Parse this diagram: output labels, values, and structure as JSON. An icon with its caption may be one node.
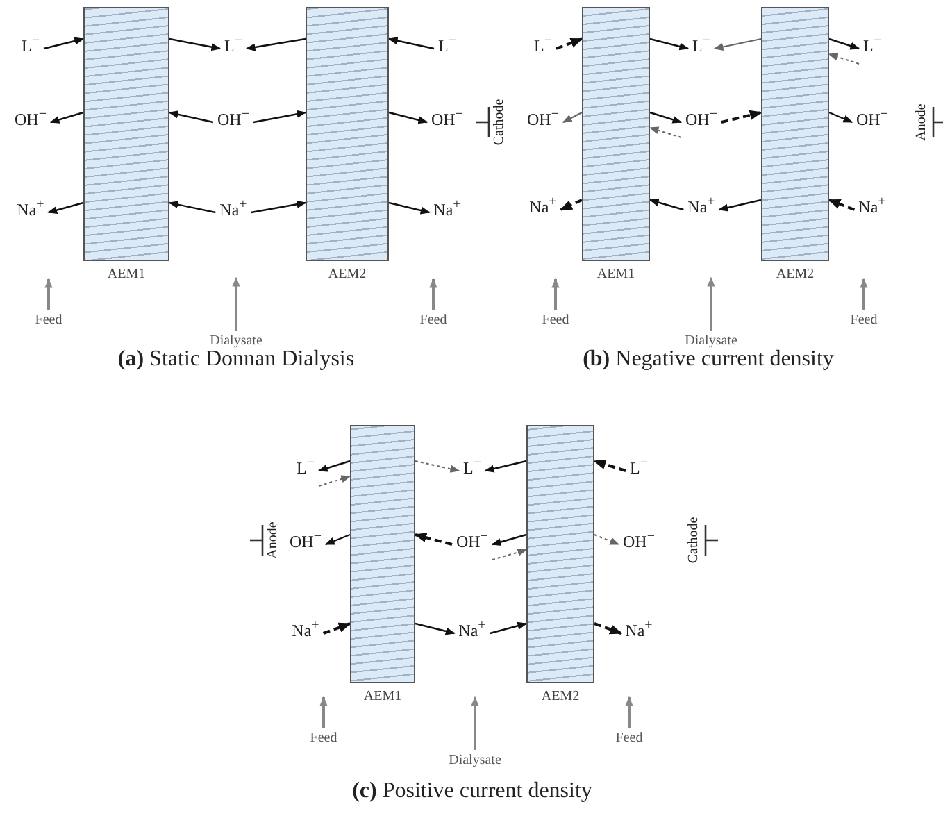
{
  "diagram": {
    "nodes": [
      {
        "text": [
          "AEM1"
        ]
      },
      {
        "text": [
          "AEM2"
        ]
      },
      {
        "text": [
          "L$^{−}$"
        ]
      },
      {
        "text": [
          "L$^{−}$"
        ]
      },
      {
        "text": [
          "L$^{−}$"
        ]
      },
      {
        "text": [
          "OH$^{−}$"
        ]
      },
      {
        "text": [
          "OH$^{−}$"
        ]
      },
      {
        "text": [
          "OH$^{−}$"
        ]
      },
      {
        "text": [
          "Na$^{+}$"
        ]
      },
      {
        "text": [
          "Na$^{+}$"
        ]
      },
      {
        "text": [
          "Na$^{+}$"
        ]
      },
      {
        "text": [
          "Feed"
        ]
      },
      {
        "text": [
          "Dialysate"
        ]
      },
      {
        "text": [
          "Feed"
        ]
      },
      {
        "text": [
          "AEM1"
        ]
      },
      {
        "text": [
          "AEM2"
        ]
      },
      {
        "text": [
          "L$^{−}$"
        ]
      },
      {
        "text": [
          "L$^{−}$"
        ]
      },
      {
        "text": [
          "L$^{−}$"
        ]
      },
      {
        "text": [
          "OH$^{−}$"
        ]
      },
      {
        "text": [
          "OH$^{−}$"
        ]
      },
      {
        "text": [
          "OH$^{−}$"
        ]
      },
      {
        "text": [
          "Na$^{+}$"
        ]
      },
      {
        "text": [
          "Na$^{+}$"
        ]
      },
      {
        "text": [
          "Na$^{+}$"
        ]
      },
      {
        "text": [
          "Feed"
        ]
      },
      {
        "text": [
          "Dialysate"
        ]
      },
      {
        "text": [
          "Feed"
        ]
      },
      {
        "text": [
          "AEM1"
        ]
      },
      {
        "text": [
          "AEM2"
        ]
      },
      {
        "text": [
          "L$^{−}$"
        ]
      },
      {
        "text": [
          "L$^{−}$"
        ]
      },
      {
        "text": [
          "L$^{−}$"
        ]
      },
      {
        "text": [
          "OH$^{−}$"
        ]
      },
      {
        "text": [
          "OH$^{−}$"
        ]
      },
      {
        "text": [
          "OH$^{−}$"
        ]
      },
      {
        "text": [
          "Na$^{+}$"
        ]
      },
      {
        "text": [
          "Na$^{+}$"
        ]
      },
      {
        "text": [
          "Na$^{+}$"
        ]
      },
      {
        "text": [
          "Feed"
        ]
      },
      {
        "text": [
          "Dialysate"
        ]
      },
      {
        "text": [
          "Feed"
        ]
      }
    ],
    "edges": [
      {
        "from": 2,
        "to": 0,
        "arrow": "to"
      },
      {
        "from": 0,
        "to": 3,
        "arrow": "to"
      },
      {
        "from": 1,
        "to": 3,
        "arrow": "to"
      },
      {
        "from": 4,
        "to": 1,
        "arrow": "to"
      },
      {
        "from": 0,
        "to": 5,
        "arrow": "to"
      },
      {
        "from": 6,
        "to": 0,
        "arrow": "to"
      },
      {
        "from": 6,
        "to": 1,
        "arrow": "to"
      },
      {
        "from": 1,
        "to": 7,
        "arrow": "to"
      },
      {
        "from": 0,
        "to": 8,
        "arrow": "to"
      },
      {
        "from": 9,
        "to": 0,
        "arrow": "to"
      },
      {
        "from": 9,
        "to": 1,
        "arrow": "to"
      },
      {
        "from": 1,
        "to": 10,
        "arrow": "to"
      },
      {
        "from": 11,
        "to": null,
        "arrow": "to",
        "color": "#888888"
      },
      {
        "from": 12,
        "to": null,
        "arrow": "to",
        "color": "#888888"
      },
      {
        "from": 13,
        "to": null,
        "arrow": "to",
        "color": "#888888"
      },
      {
        "from": 16,
        "to": 14,
        "arrow": "to",
        "style": "dashed"
      },
      {
        "from": 14,
        "to": 17,
        "arrow": "to"
      },
      {
        "from": 15,
        "to": 17,
        "arrow": "to",
        "color": "#666666"
      },
      {
        "from": 15,
        "to": 18,
        "arrow": "to"
      },
      {
        "from": 18,
        "to": 15,
        "arrow": "to",
        "style": "dashed",
        "color": "#666666"
      },
      {
        "from": 14,
        "to": 19,
        "arrow": "to",
        "color": "#666666"
      },
      {
        "from": 14,
        "to": 20,
        "arrow": "to"
      },
      {
        "from": 20,
        "to": 14,
        "arrow": "to",
        "style": "dashed",
        "color": "#666666"
      },
      {
        "from": 20,
        "to": 15,
        "arrow": "to",
        "style": "dashed"
      },
      {
        "from": 15,
        "to": 21,
        "arrow": "to"
      },
      {
        "from": 14,
        "to": 22,
        "arrow": "to",
        "style": "dashed"
      },
      {
        "from": 23,
        "to": 14,
        "arrow": "to"
      },
      {
        "from": 15,
        "to": 23,
        "arrow": "to"
      },
      {
        "from": 24,
        "to": 15,
        "arrow": "to",
        "style": "dashed"
      },
      {
        "from": 25,
        "to": null,
        "arrow": "to",
        "color": "#888888"
      },
      {
        "from": 26,
        "to": null,
        "arrow": "to",
        "color": "#888888"
      },
      {
        "from": 27,
        "to": null,
        "arrow": "to",
        "color": "#888888"
      },
      {
        "from": 28,
        "to": 30,
        "arrow": "to"
      },
      {
        "from": 30,
        "to": 28,
        "arrow": "to",
        "style": "dashed",
        "color": "#666666"
      },
      {
        "from": 28,
        "to": 31,
        "arrow": "to",
        "style": "dashed",
        "color": "#666666"
      },
      {
        "from": 29,
        "to": 31,
        "arrow": "to"
      },
      {
        "from": 32,
        "to": 29,
        "arrow": "to",
        "style": "dashed"
      },
      {
        "from": 28,
        "to": 33,
        "arrow": "to"
      },
      {
        "from": 34,
        "to": 28,
        "arrow": "to",
        "style": "dashed"
      },
      {
        "from": 29,
        "to": 34,
        "arrow": "to"
      },
      {
        "from": 34,
        "to": 29,
        "arrow": "to",
        "style": "dashed",
        "color": "#666666"
      },
      {
        "from": 29,
        "to": 35,
        "arrow": "to",
        "style": "dashed",
        "color": "#666666"
      },
      {
        "from": 36,
        "to": 28,
        "arrow": "to",
        "style": "dashed"
      },
      {
        "from": 28,
        "to": 37,
        "arrow": "to"
      },
      {
        "from": 37,
        "to": 29,
        "arrow": "to"
      },
      {
        "from": 29,
        "to": 38,
        "arrow": "to",
        "style": "dashed"
      },
      {
        "from": 39,
        "to": null,
        "arrow": "to",
        "color": "#888888"
      },
      {
        "from": 40,
        "to": null,
        "arrow": "to",
        "color": "#888888"
      },
      {
        "from": 41,
        "to": null,
        "arrow": "to",
        "color": "#888888"
      }
    ],
    "labels": [
      "**(a)** Static Donnan Dialysis",
      "Cathode",
      "Anode",
      "**(b)** Negative current density",
      "Anode",
      "Cathode",
      "**(c)** Positive current density"
    ]
  }
}
